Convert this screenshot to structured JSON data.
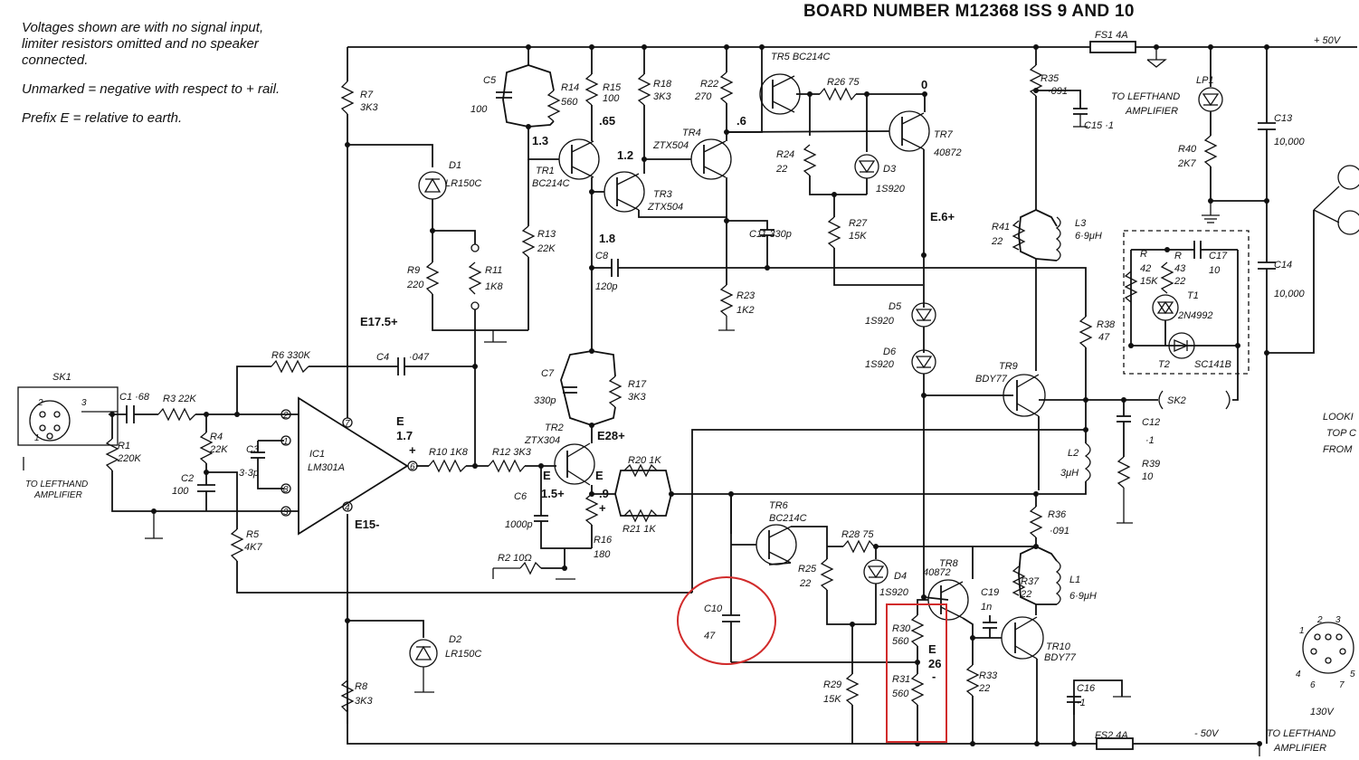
{
  "title": "BOARD NUMBER M12368 ISS 9 AND 10",
  "notes": [
    "Voltages shown are with no signal input, limiter resistors omitted and no speaker connected.",
    "Unmarked = negative with respect to + rail.",
    "Prefix E = relative to earth."
  ],
  "rails": {
    "positive": "+ 50V",
    "negative": "- 50V"
  },
  "fuses": {
    "fs1": "FS1 4A",
    "fs2": "FS2 4A"
  },
  "connectors": {
    "input": "SK1",
    "input_pins": [
      "2",
      "3",
      "1"
    ],
    "input_note": [
      "TO LEFTHAND",
      "AMPLIFIER"
    ],
    "speaker": "SK2",
    "top_note": [
      "TO LEFTHAND",
      "AMPLIFIER"
    ],
    "bottom_note": [
      "TO LEFTHAND",
      "AMPLIFIER"
    ],
    "right_note": [
      "LOOKI",
      "TOP C",
      "FROM"
    ],
    "din_pins": [
      "1",
      "2",
      "3",
      "4",
      "5",
      "6",
      "7"
    ],
    "din_label": "130V"
  },
  "ic": {
    "name": "IC1",
    "type": "LM301A",
    "pins": [
      "2",
      "3",
      "1",
      "8",
      "7",
      "4",
      "6"
    ],
    "plus": "+"
  },
  "components": {
    "R1": [
      "R1",
      "220K"
    ],
    "R2": [
      "R2",
      "10Ω"
    ],
    "R3": [
      "R3",
      "22K"
    ],
    "R4": [
      "R4",
      "22K"
    ],
    "R5": [
      "R5",
      "4K7"
    ],
    "R6": [
      "R6",
      "330K"
    ],
    "R7": [
      "R7",
      "3K3"
    ],
    "R8": [
      "R8",
      "3K3"
    ],
    "R9": [
      "R9",
      "220"
    ],
    "R10": [
      "R10",
      "1K8"
    ],
    "R11": [
      "R11",
      "1K8"
    ],
    "R12": [
      "R12",
      "3K3"
    ],
    "R13": [
      "R13",
      "22K"
    ],
    "R14": [
      "R14",
      "560"
    ],
    "R15": [
      "R15",
      "100"
    ],
    "R16": [
      "R16",
      "180"
    ],
    "R17": [
      "R17",
      "3K3"
    ],
    "R18": [
      "R18",
      "3K3"
    ],
    "R20": [
      "R20",
      "1K"
    ],
    "R21": [
      "R21",
      "1K"
    ],
    "R22": [
      "R22",
      "270"
    ],
    "R23": [
      "R23",
      "1K2"
    ],
    "R24": [
      "R24",
      "22"
    ],
    "R25": [
      "R25",
      "22"
    ],
    "R26": [
      "R26",
      "75"
    ],
    "R27": [
      "R27",
      "15K"
    ],
    "R28": [
      "R28",
      "75"
    ],
    "R29": [
      "R29",
      "15K"
    ],
    "R30": [
      "R30",
      "560"
    ],
    "R31": [
      "R31",
      "560"
    ],
    "R33": [
      "R33",
      "22"
    ],
    "R35": [
      "R35",
      "·091"
    ],
    "R36": [
      "R36",
      "·091"
    ],
    "R37": [
      "R37",
      "22"
    ],
    "R38": [
      "R38",
      "47"
    ],
    "R39": [
      "R39",
      "10"
    ],
    "R40": [
      "R40",
      "2K7"
    ],
    "R41": [
      "R41",
      "22"
    ],
    "R42": [
      "R",
      "42",
      "15K"
    ],
    "R43": [
      "R",
      "43",
      "22"
    ],
    "C1": [
      "C1",
      "·68"
    ],
    "C2": [
      "C2",
      "100"
    ],
    "C3": [
      "C3",
      "3·3p"
    ],
    "C4": [
      "C4",
      "·047"
    ],
    "C5": [
      "C5",
      "100"
    ],
    "C6": [
      "C6",
      "1000p"
    ],
    "C7": [
      "C7",
      "330p"
    ],
    "C8": [
      "C8",
      "120p"
    ],
    "C10": [
      "C10",
      "47"
    ],
    "C11": [
      "C11",
      "330p"
    ],
    "C12": [
      "C12",
      "·1"
    ],
    "C13": [
      "C13",
      "10,000"
    ],
    "C14": [
      "C14",
      "10,000"
    ],
    "C15": [
      "C15",
      "·1"
    ],
    "C16": [
      "C16",
      "·1"
    ],
    "C17": [
      "C17",
      "10"
    ],
    "C19": [
      "C19",
      "1n"
    ],
    "D1": [
      "D1",
      "LR150C"
    ],
    "D2": [
      "D2",
      "LR150C"
    ],
    "D3": [
      "D3",
      "1S920"
    ],
    "D4": [
      "D4",
      "1S920"
    ],
    "D5": [
      "D5",
      "1S920"
    ],
    "D6": [
      "D6",
      "1S920"
    ],
    "L1": [
      "L1",
      "6·9μH"
    ],
    "L2": [
      "L2",
      "3μH"
    ],
    "L3": [
      "L3",
      "6·9μH"
    ],
    "LP1": [
      "LP1"
    ],
    "TR1": [
      "TR1",
      "BC214C"
    ],
    "TR2": [
      "TR2",
      "ZTX304"
    ],
    "TR3": [
      "TR3",
      "ZTX504"
    ],
    "TR4": [
      "TR4",
      "ZTX504"
    ],
    "TR5": [
      "TR5",
      "BC214C"
    ],
    "TR6": [
      "TR6",
      "BC214C"
    ],
    "TR7": [
      "TR7",
      "40872"
    ],
    "TR8": [
      "TR8",
      "40872"
    ],
    "TR9": [
      "TR9",
      "BDY77"
    ],
    "TR10": [
      "TR10",
      "BDY77"
    ],
    "T1": [
      "T1",
      "2N4992"
    ],
    "T2": [
      "T2",
      "SC141B"
    ]
  },
  "voltages": {
    "v13": "1.3",
    "v12": "1.2",
    "v065": ".65",
    "v06": ".6",
    "v0": "0",
    "v18": "1.8",
    "e175": "E17.5+",
    "e17": [
      "E",
      "1.7",
      "+"
    ],
    "e15": "E15-",
    "e15p": [
      "E",
      "1.5+"
    ],
    "e9": [
      "E",
      ".9",
      "+"
    ],
    "e28": "E28+",
    "e6": "E.6+",
    "e26": [
      "E",
      "26",
      "-"
    ]
  },
  "highlight": {
    "circle_component": "C10",
    "box_components": [
      "R30",
      "R31"
    ]
  }
}
